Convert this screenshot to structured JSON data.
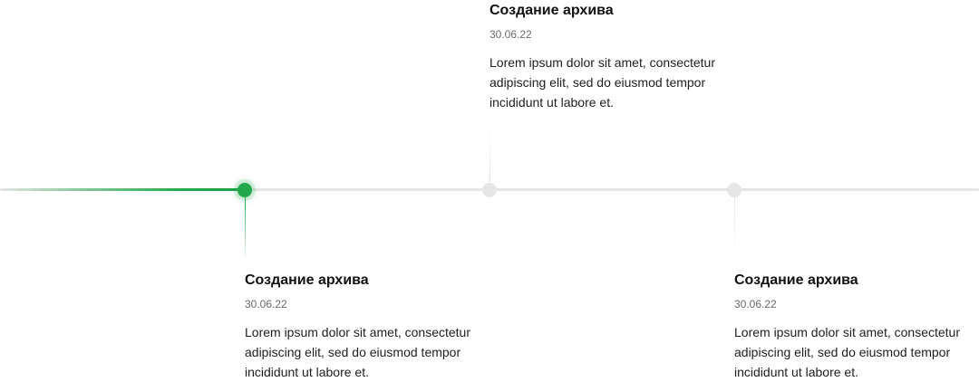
{
  "accent_color": "#22a84a",
  "inactive_color": "#e6e6e6",
  "timeline": {
    "events": [
      {
        "title": "Создание архива",
        "date": "30.06.22",
        "text": "Lorem ipsum dolor sit amet, consectetur adipiscing elit, sed do eiusmod tempor incididunt ut labore et.",
        "state": "active"
      },
      {
        "title": "Создание архива",
        "date": "30.06.22",
        "text": "Lorem ipsum dolor sit amet, consectetur adipiscing elit, sed do eiusmod tempor incididunt ut labore et.",
        "state": "inactive"
      },
      {
        "title": "Создание архива",
        "date": "30.06.22",
        "text": "Lorem ipsum dolor sit amet, consectetur adipiscing elit, sed do eiusmod tempor incididunt ut labore et.",
        "state": "inactive"
      }
    ]
  }
}
